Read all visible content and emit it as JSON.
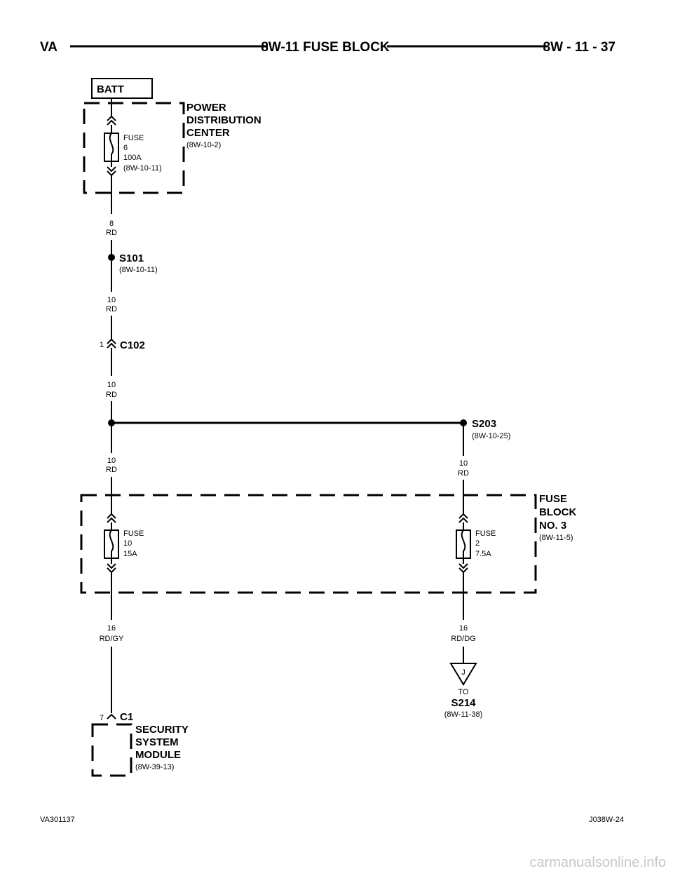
{
  "header": {
    "left": "VA",
    "title": "8W-11 FUSE BLOCK",
    "right": "8W - 11 - 37"
  },
  "batt": {
    "label": "BATT"
  },
  "pdc": {
    "name_line1": "POWER",
    "name_line2": "DISTRIBUTION",
    "name_line3": "CENTER",
    "ref": "(8W-10-2)",
    "fuse": {
      "l1": "FUSE",
      "l2": "6",
      "l3": "100A",
      "l4": "(8W-10-11)"
    }
  },
  "wire_a": {
    "gauge": "8",
    "color": "RD"
  },
  "s101": {
    "name": "S101",
    "ref": "(8W-10-11)"
  },
  "wire_b": {
    "gauge": "10",
    "color": "RD"
  },
  "c102": {
    "pin": "1",
    "name": "C102"
  },
  "wire_c": {
    "gauge": "10",
    "color": "RD"
  },
  "s203": {
    "name": "S203",
    "ref": "(8W-10-25)"
  },
  "wire_d": {
    "gauge": "10",
    "color": "RD"
  },
  "wire_e": {
    "gauge": "10",
    "color": "RD"
  },
  "fuse_block": {
    "name_line1": "FUSE",
    "name_line2": "BLOCK",
    "name_line3": "NO. 3",
    "ref": "(8W-11-5)",
    "fuse_left": {
      "l1": "FUSE",
      "l2": "10",
      "l3": "15A"
    },
    "fuse_right": {
      "l1": "FUSE",
      "l2": "2",
      "l3": "7.5A"
    }
  },
  "wire_f": {
    "gauge": "16",
    "color": "RD/GY"
  },
  "wire_g": {
    "gauge": "16",
    "color": "RD/DG"
  },
  "ref_j": {
    "letter": "J",
    "to": "TO",
    "name": "S214",
    "ref": "(8W-11-38)"
  },
  "c1": {
    "pin": "7",
    "name": "C1"
  },
  "ssm": {
    "l1": "SECURITY",
    "l2": "SYSTEM",
    "l3": "MODULE",
    "ref": "(8W-39-13)"
  },
  "footer": {
    "left": "VA301137",
    "right": "J038W-24"
  },
  "watermark": "carmanualsonline.info"
}
